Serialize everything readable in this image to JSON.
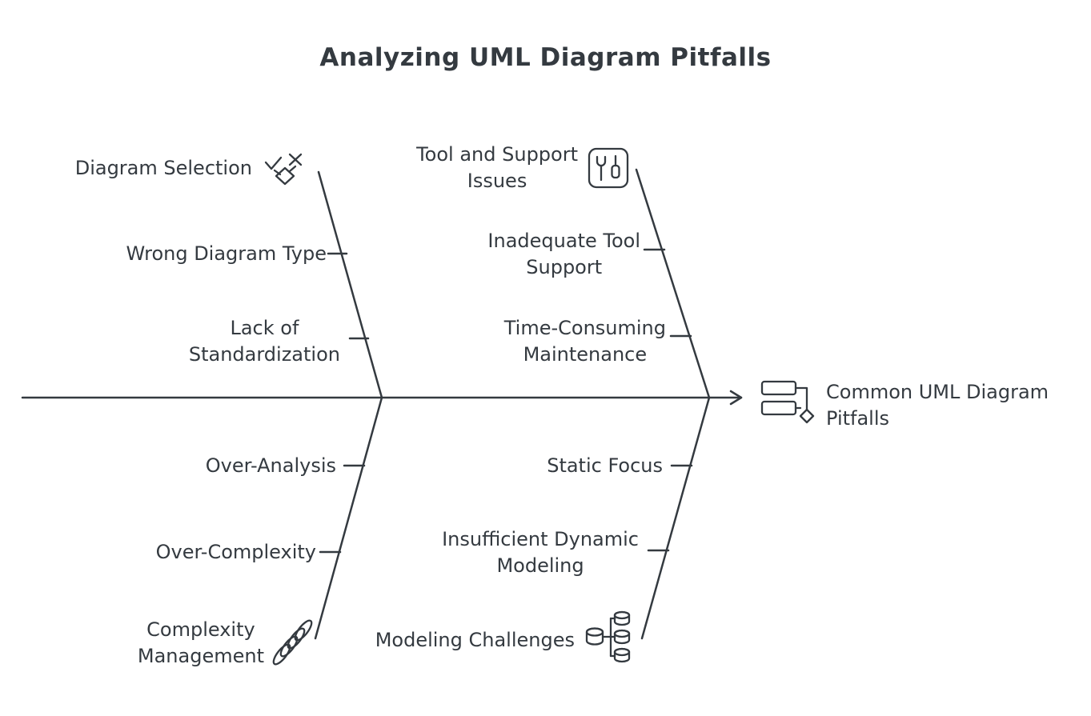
{
  "title": "Analyzing UML Diagram Pitfalls",
  "head": {
    "label": "Common UML Diagram\nPitfalls",
    "icon": "uml-diagram-icon"
  },
  "branches": {
    "diagram_selection": {
      "label": "Diagram Selection",
      "icon": "decision-check-x-icon",
      "items": [
        "Wrong Diagram Type",
        "Lack of\nStandardization"
      ]
    },
    "tool_support": {
      "label": "Tool and Support\nIssues",
      "icon": "tools-icon",
      "items": [
        "Inadequate Tool\nSupport",
        "Time-Consuming\nMaintenance"
      ]
    },
    "complexity_management": {
      "label": "Complexity\nManagement",
      "icon": "spring-coil-icon",
      "items": [
        "Over-Analysis",
        "Over-Complexity"
      ]
    },
    "modeling_challenges": {
      "label": "Modeling Challenges",
      "icon": "database-stack-icon",
      "items": [
        "Static Focus",
        "Insufficient Dynamic\nModeling"
      ]
    }
  },
  "colors": {
    "stroke": "#343a40",
    "text": "#343a40",
    "background": "#ffffff"
  }
}
